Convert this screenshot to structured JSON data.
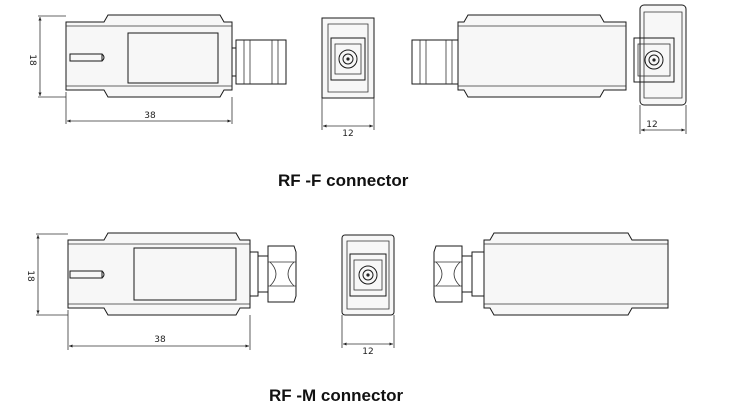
{
  "captions": {
    "rf_f": "RF -F connector",
    "rf_m": "RF -M connector"
  },
  "dimensions": {
    "f_height": "18",
    "f_length": "38",
    "f_end_width": "12",
    "f_rear_width": "12",
    "m_height": "18",
    "m_length": "38",
    "m_end_width": "12"
  }
}
